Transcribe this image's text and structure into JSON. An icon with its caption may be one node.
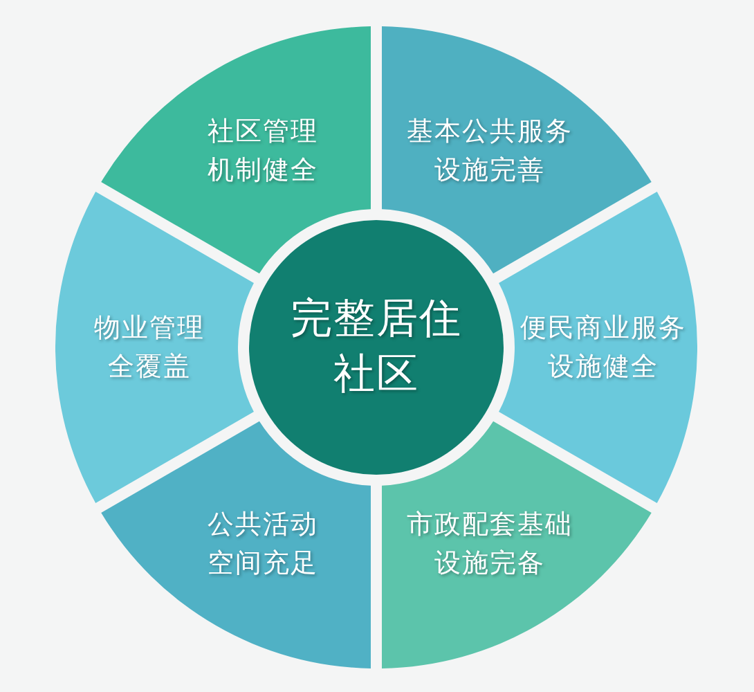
{
  "diagram": {
    "nodes": [
      {
        "text": [
          "完整居住社区"
        ]
      },
      {
        "text": [
          "社区管理机制健全"
        ]
      },
      {
        "text": [
          "基本公共服务设施完善"
        ]
      },
      {
        "text": [
          "便民商业服务设施健全"
        ]
      },
      {
        "text": [
          "市政配套基础设施完备"
        ]
      },
      {
        "text": [
          "公共活动空间充足"
        ]
      },
      {
        "text": [
          "物业管理全覆盖"
        ]
      }
    ]
  }
}
